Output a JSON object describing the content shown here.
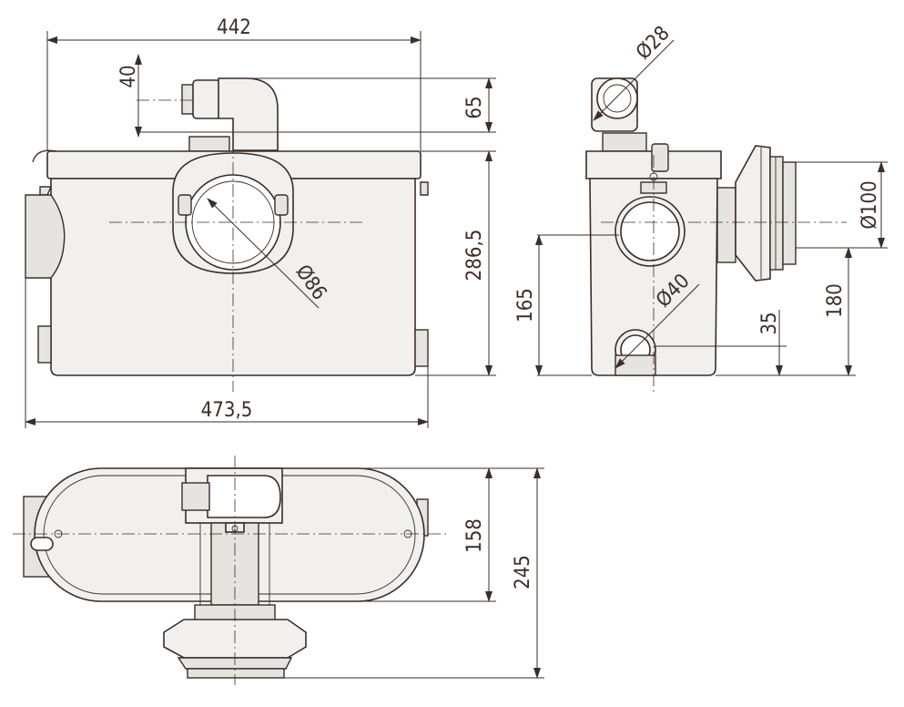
{
  "front_view": {
    "width_top": "442",
    "width_bottom": "473,5",
    "height_total": "286,5",
    "inlet_offset": "40",
    "top_inlet": "65",
    "inlet_diameter": "Ø86"
  },
  "side_view": {
    "small_inlet_diameter": "Ø28",
    "outlet_diameter": "Ø100",
    "left_height": "165",
    "outlet_height": "180",
    "bottom_inlet_diameter": "Ø40",
    "bottom_inlet_height": "35"
  },
  "top_view": {
    "inner_depth": "158",
    "total_depth": "245"
  },
  "colors": {
    "ink": "#3a2e26",
    "body_fill": "#f1f0ee"
  }
}
